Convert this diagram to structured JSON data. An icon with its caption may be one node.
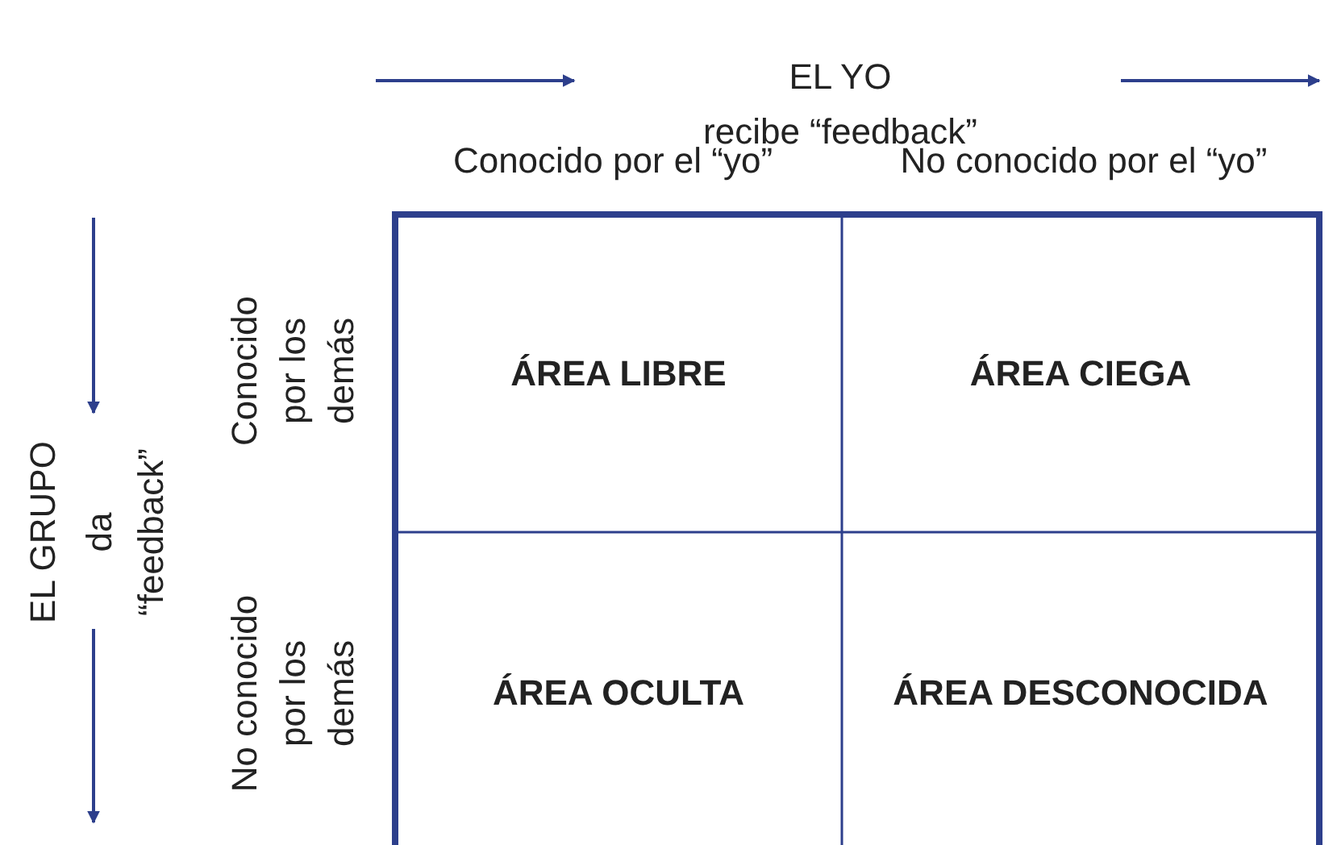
{
  "diagram": {
    "nodes": [
      {
        "text": [
          "ÁREA LIBRE"
        ]
      },
      {
        "text": [
          "ÁREA CIEGA"
        ]
      },
      {
        "text": [
          "ÁREA OCULTA"
        ]
      },
      {
        "text": [
          "ÁREA DESCONOCIDA"
        ]
      }
    ],
    "labels": [
      "EL YO",
      "recibe “feedback”",
      "Conocido por el “yo”",
      "No conocido por el “yo”",
      "EL GRUPO",
      "da",
      "“feedback”",
      "Conocido por los demás",
      "No conocido por los demás"
    ]
  }
}
